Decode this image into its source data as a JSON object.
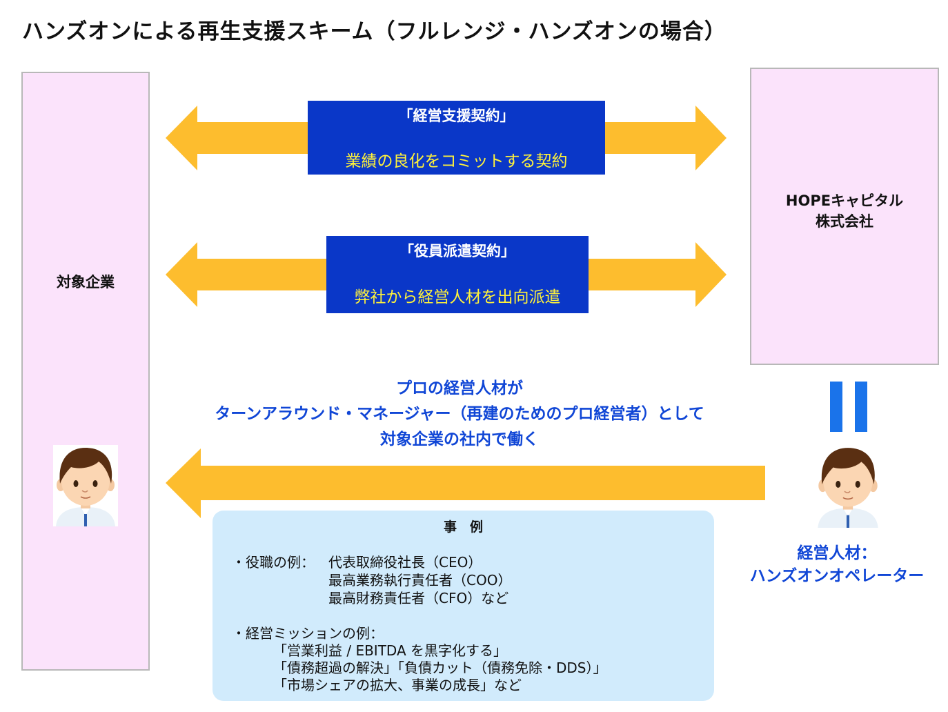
{
  "title": "ハンズオンによる再生支援スキーム（フルレンジ・ハンズオンの場合）",
  "target_company": {
    "label": "対象企業"
  },
  "hope_capital": {
    "line1": "HOPEキャピタル",
    "line2": "株式会社"
  },
  "contracts": [
    {
      "name": "「経営支援契約」",
      "description": "業績の良化をコミットする契約"
    },
    {
      "name": "「役員派遣契約」",
      "description": "弊社から経営人材を出向派遣"
    }
  ],
  "turnaround_text": {
    "line1": "プロの経営人材が",
    "line2": "ターンアラウンド・マネージャー（再建のためのプロ経営者）として",
    "line3": "対象企業の社内で働く"
  },
  "operator": {
    "line1": "経営人材：",
    "line2": "ハンズオンオペレーター"
  },
  "cases": {
    "heading": "事　例",
    "role_label": "・役職の例：",
    "roles": [
      "代表取締役社長（CEO）",
      "最高業務執行責任者（COO）",
      "最高財務責任者（CFO）など"
    ],
    "mission_label": "・経営ミッションの例：",
    "missions": [
      "「営業利益 / EBITDA を黒字化する」",
      "「債務超過の解決」「負債カット（債務免除・DDS）」",
      "「市場シェアの拡大、事業の成長」など"
    ]
  },
  "colors": {
    "arrow": "#fdbd2e",
    "contract_bg": "#0a37c8",
    "contract_desc": "#fff23a",
    "entity_bg": "#fbe3fb",
    "blue_text": "#1046d6",
    "equals": "#1a73ea",
    "case_bg": "#d1ebfc"
  }
}
